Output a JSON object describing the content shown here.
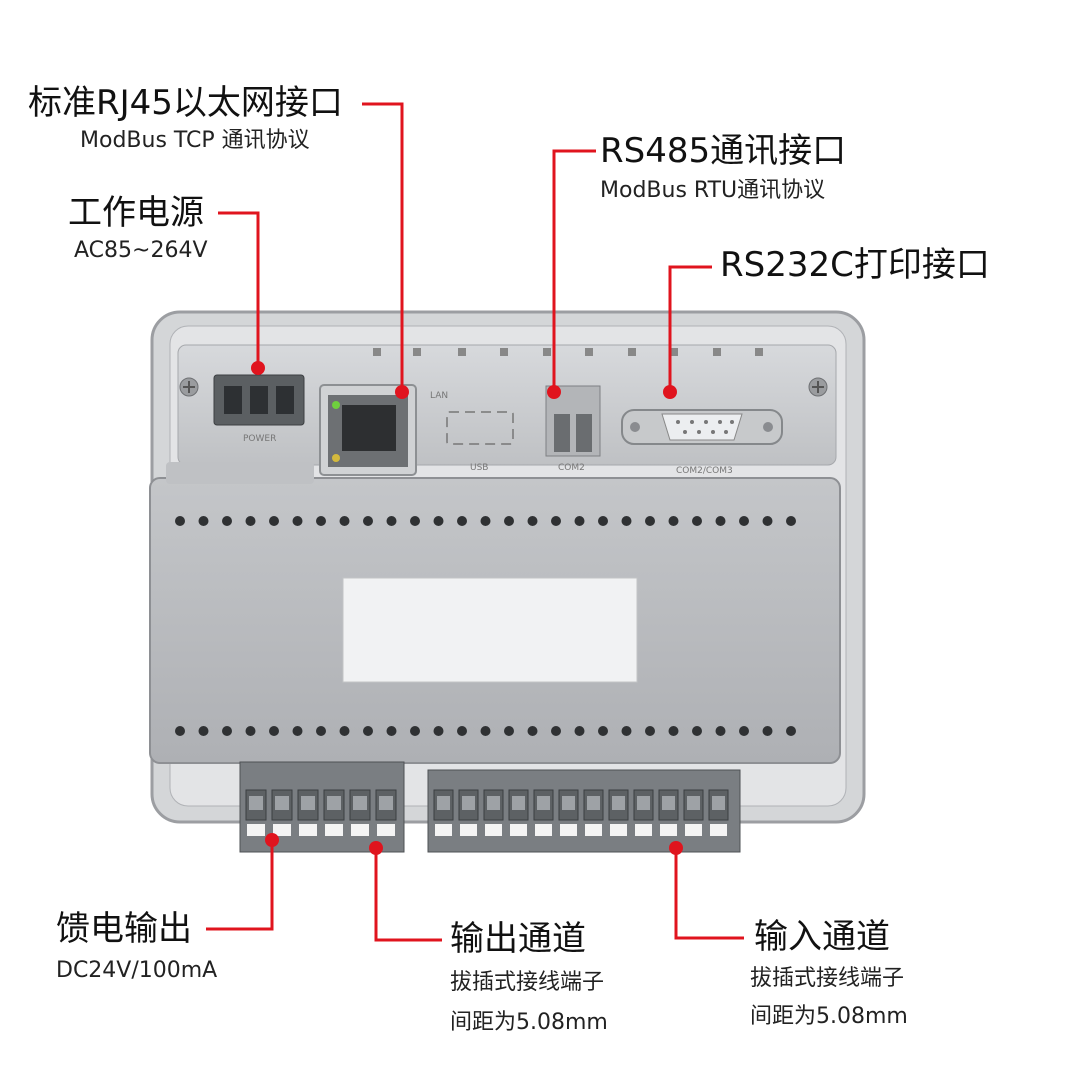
{
  "callouts": {
    "ethernet": {
      "title": "标准RJ45以太网接口",
      "subtitle": "ModBus TCP 通讯协议"
    },
    "power": {
      "title": "工作电源",
      "subtitle": "AC85~264V"
    },
    "rs485": {
      "title": "RS485通讯接口",
      "subtitle": "ModBus RTU通讯协议"
    },
    "rs232": {
      "title": "RS232C打印接口"
    },
    "feed": {
      "title": "馈电输出",
      "subtitle": "DC24V/100mA"
    },
    "output": {
      "title": "输出通道",
      "line1": "拔插式接线端子",
      "line2": "间距为5.08mm"
    },
    "input": {
      "title": "输入通道",
      "line1": "拔插式接线端子",
      "line2": "间距为5.08mm"
    }
  },
  "panel_labels": {
    "power": "POWER",
    "lan": "LAN",
    "usb": "USB",
    "com2": "COM2",
    "com3": "COM2/COM3"
  },
  "colors": {
    "leader": "#e0141e",
    "housing": "#c9cbcf",
    "body": "#b9bbbe"
  }
}
